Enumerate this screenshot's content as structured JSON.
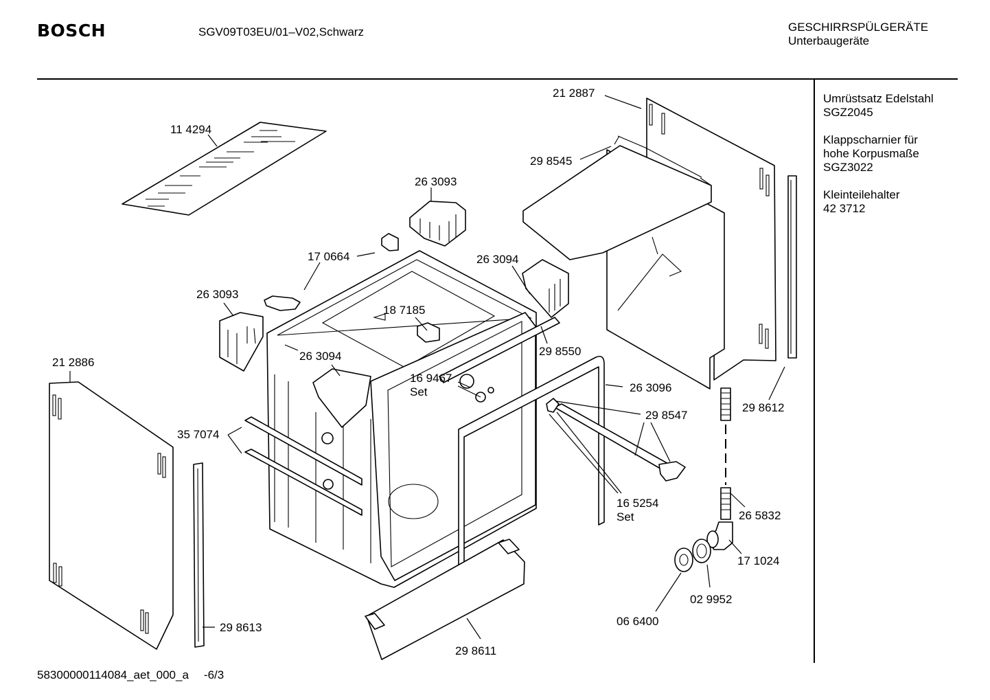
{
  "header": {
    "brand": "BOSCH",
    "model": "SGV09T03EU/01–V02,Schwarz",
    "category_line1": "GESCHIRRSPÜLGERÄTE",
    "category_line2": "Unterbaugeräte"
  },
  "accessories": [
    {
      "line1": "Umrüstsatz Edelstahl",
      "line2": "SGZ2045",
      "line3": ""
    },
    {
      "line1": "Klappscharnier für",
      "line2": "hohe Korpusmaße",
      "line3": "SGZ3022"
    },
    {
      "line1": "Kleinteilehalter",
      "line2": "42 3712",
      "line3": ""
    }
  ],
  "parts": {
    "p114294": "11 4294",
    "p212887": "21 2887",
    "p298545": "29 8545",
    "p263093a": "26 3093",
    "p170664": "17 0664",
    "p263094a": "26 3094",
    "p263093b": "26 3093",
    "p187185": "18 7185",
    "p263094b": "26 3094",
    "p298550": "29 8550",
    "p212886": "21 2886",
    "p169467": "16 9467",
    "set1": "Set",
    "p263096": "26 3096",
    "p298612": "29 8612",
    "p298547": "29 8547",
    "p357074": "35 7074",
    "p165254": "16 5254",
    "set2": "Set",
    "p265832": "26 5832",
    "p171024": "17 1024",
    "p029952": "02 9952",
    "p066400": "06 6400",
    "p298613": "29 8613",
    "p298611": "29 8611"
  },
  "footer": {
    "doc_id": "58300000114084_aet_000_a",
    "page": "-6/3"
  }
}
